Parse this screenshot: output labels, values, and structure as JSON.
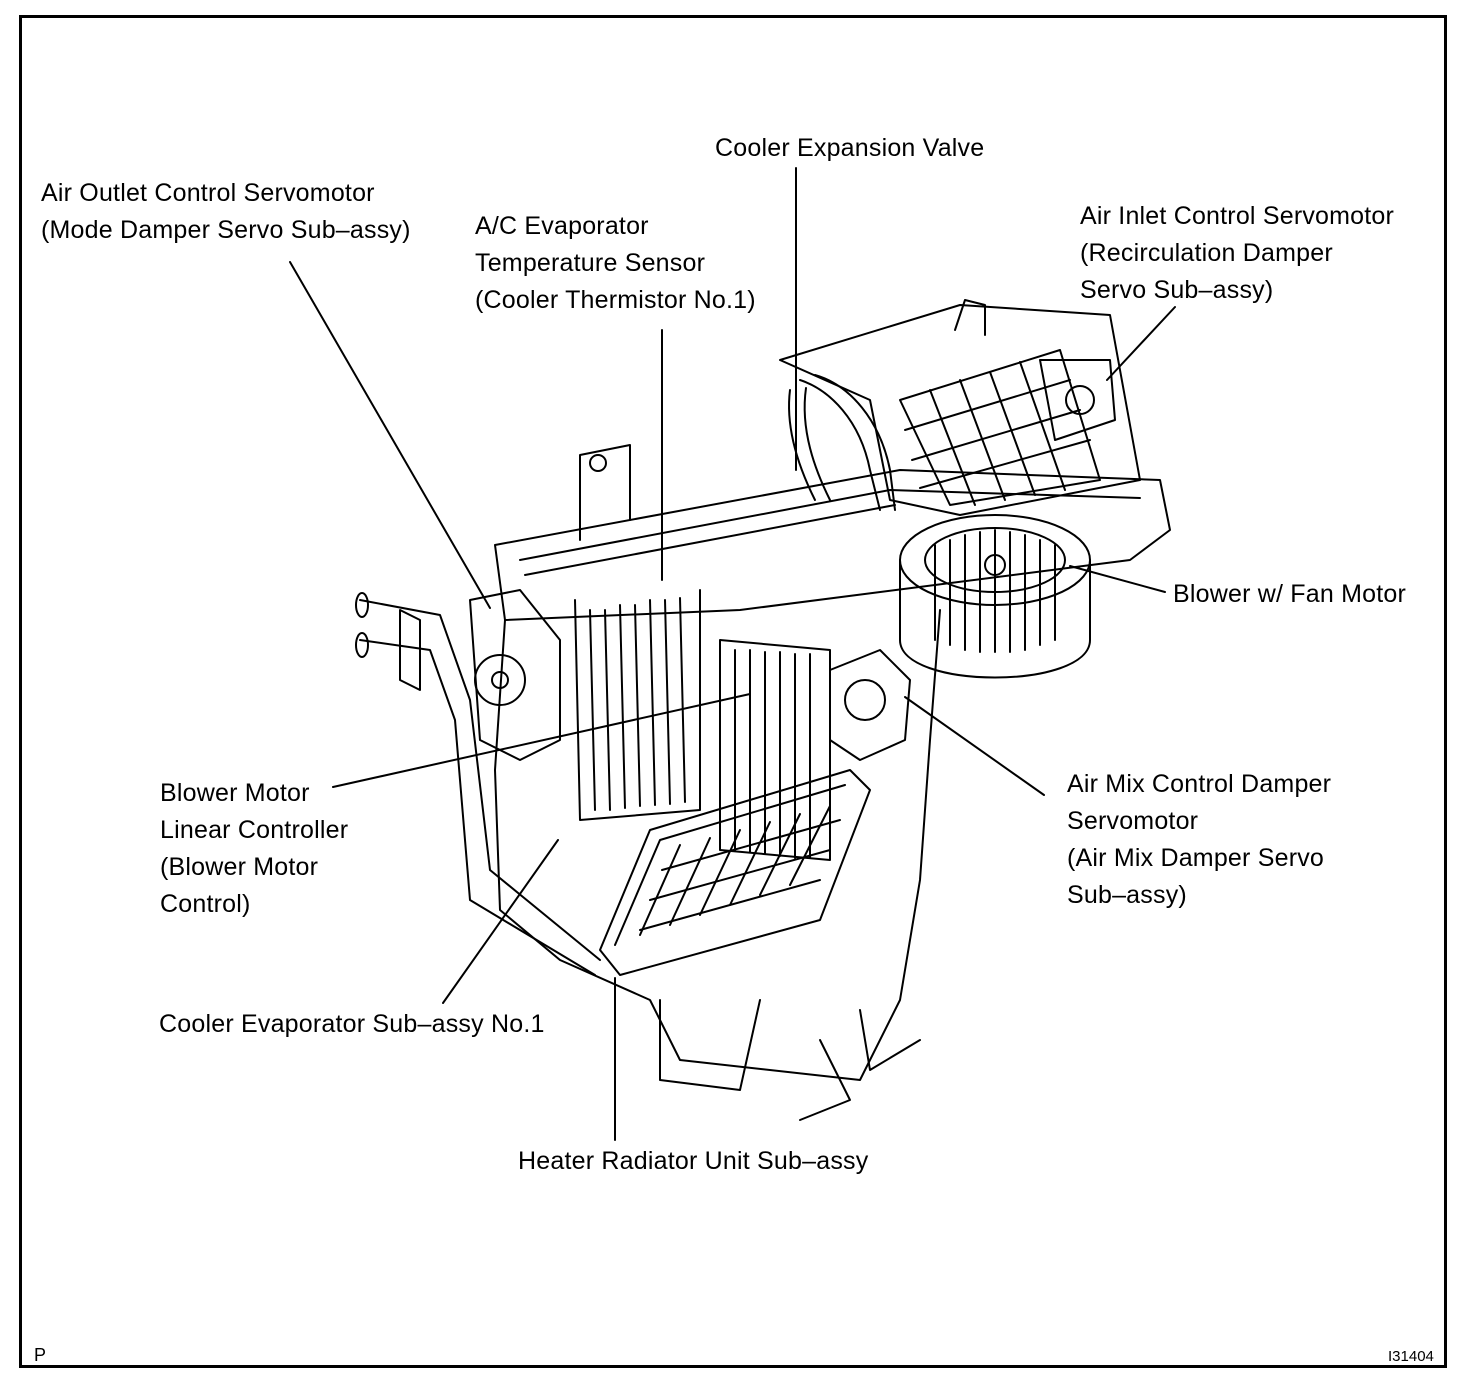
{
  "labels": {
    "cooler_expansion_valve": "Cooler Expansion Valve",
    "air_outlet_servo_1": "Air Outlet Control Servomotor",
    "air_outlet_servo_2": "(Mode Damper Servo Sub–assy)",
    "evap_sensor_1": "A/C Evaporator",
    "evap_sensor_2": "Temperature Sensor",
    "evap_sensor_3": "(Cooler Thermistor No.1)",
    "air_inlet_servo_1": "Air Inlet Control Servomotor",
    "air_inlet_servo_2": "(Recirculation Damper",
    "air_inlet_servo_3": "Servo Sub–assy)",
    "blower_fan_motor": "Blower w/ Fan Motor",
    "blower_ctrl_1": "Blower Motor",
    "blower_ctrl_2": "Linear Controller",
    "blower_ctrl_3": "(Blower Motor",
    "blower_ctrl_4": "Control)",
    "air_mix_servo_1": "Air Mix Control Damper",
    "air_mix_servo_2": "Servomotor",
    "air_mix_servo_3": "(Air Mix Damper Servo",
    "air_mix_servo_4": "Sub–assy)",
    "cooler_evaporator": "Cooler Evaporator Sub–assy No.1",
    "heater_radiator": "Heater Radiator Unit Sub–assy"
  },
  "corner": {
    "left": "P",
    "right": "I31404"
  }
}
